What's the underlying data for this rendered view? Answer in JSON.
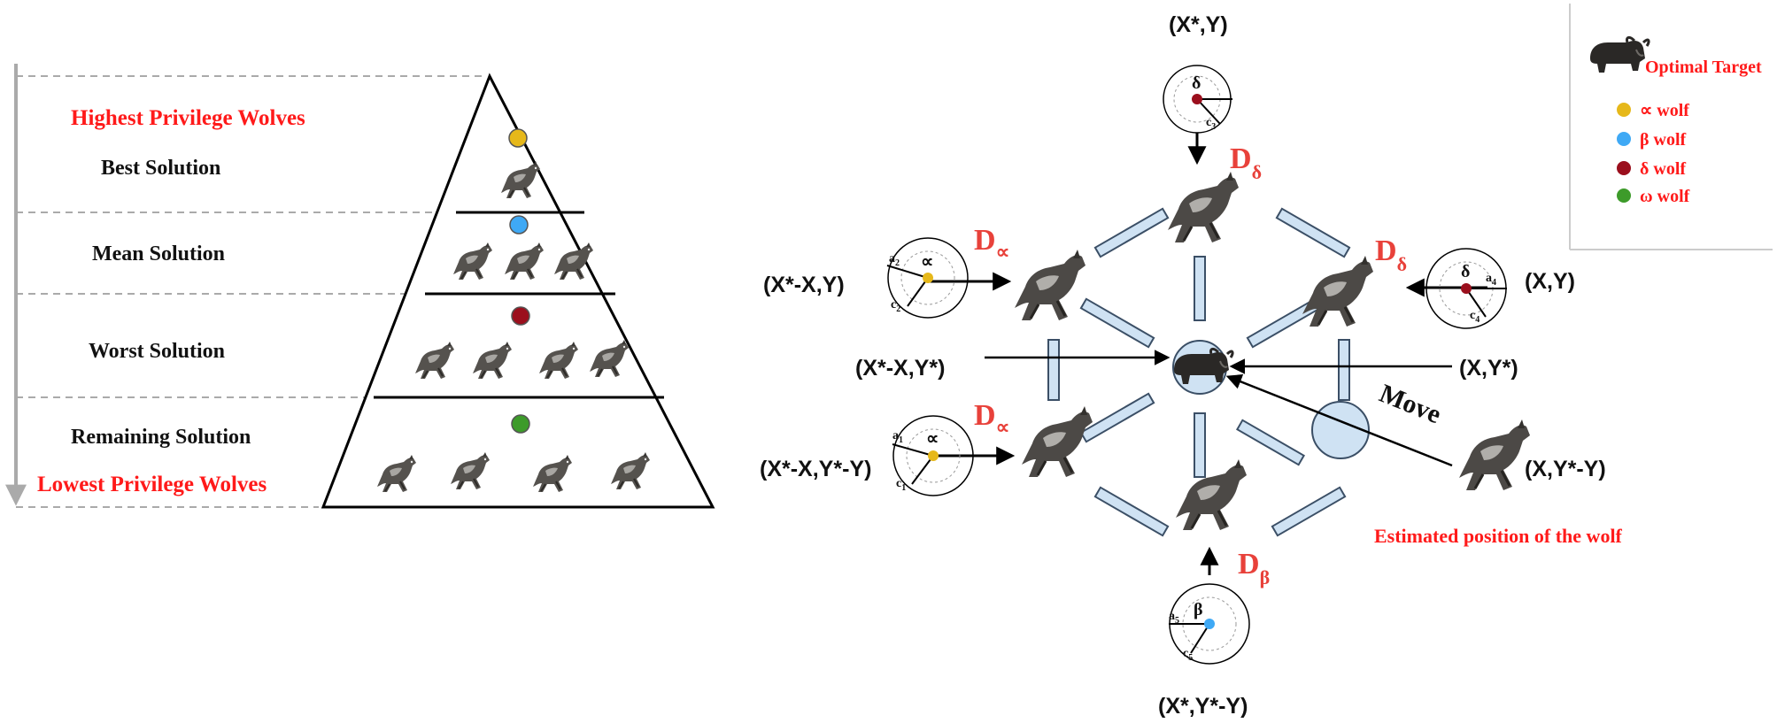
{
  "hierarchy": {
    "highest_label": "Highest Privilege Wolves",
    "lowest_label": "Lowest Privilege Wolves",
    "levels": [
      {
        "label": "Best Solution",
        "dot_color": "#e6b81a",
        "wolves": 1
      },
      {
        "label": "Mean Solution",
        "dot_color": "#3fa9f5",
        "wolves": 3
      },
      {
        "label": "Worst Solution",
        "dot_color": "#9b0f1d",
        "wolves": 4
      },
      {
        "label": "Remaining Solution",
        "dot_color": "#3d9b2a",
        "wolves": 4
      }
    ]
  },
  "encircle": {
    "coords": {
      "top": "(X*,Y)",
      "left_top": "(X*-X,Y)",
      "right_top": "(X,Y)",
      "left_mid": "(X*-X,Y*)",
      "right_mid": "(X,Y*)",
      "left_bottom": "(X*-X,Y*-Y)",
      "right_bottom": "(X,Y*-Y)",
      "bottom": "(X*,Y*-Y)"
    },
    "d_labels": {
      "top": {
        "main": "D",
        "sub": "δ"
      },
      "right": {
        "main": "D",
        "sub": "δ"
      },
      "left_top": {
        "main": "D",
        "sub": "∝"
      },
      "left_bottom": {
        "main": "D",
        "sub": "∝"
      },
      "bottom": {
        "main": "D",
        "sub": "β"
      }
    },
    "move_label": "Move",
    "estimated_label": "Estimated position of the wolf",
    "circles": {
      "top": {
        "greek": "δ",
        "c": "c",
        "c_sub": "3",
        "color": "#9b0f1d"
      },
      "right": {
        "greek": "δ",
        "a": "a",
        "a_sub": "4",
        "c": "c",
        "c_sub": "4",
        "color": "#9b0f1d"
      },
      "left_top": {
        "greek": "∝",
        "a": "a",
        "a_sub": "2",
        "c": "c",
        "c_sub": "2",
        "color": "#e6b81a"
      },
      "left_bottom": {
        "greek": "∝",
        "a": "a",
        "a_sub": "1",
        "c": "c",
        "c_sub": "1",
        "color": "#e6b81a"
      },
      "bottom": {
        "greek": "β",
        "a": "a",
        "a_sub": "5",
        "c": "c",
        "c_sub": "5",
        "color": "#3fa9f5"
      }
    }
  },
  "legend": {
    "target_label": "Optimal Target",
    "items": [
      {
        "symbol": "∝",
        "name": "wolf",
        "color": "#e6b81a"
      },
      {
        "symbol": "β",
        "name": "wolf",
        "color": "#3fa9f5"
      },
      {
        "symbol": "δ",
        "name": "wolf",
        "color": "#9b0f1d"
      },
      {
        "symbol": "ω",
        "name": "wolf",
        "color": "#3d9b2a"
      }
    ]
  }
}
